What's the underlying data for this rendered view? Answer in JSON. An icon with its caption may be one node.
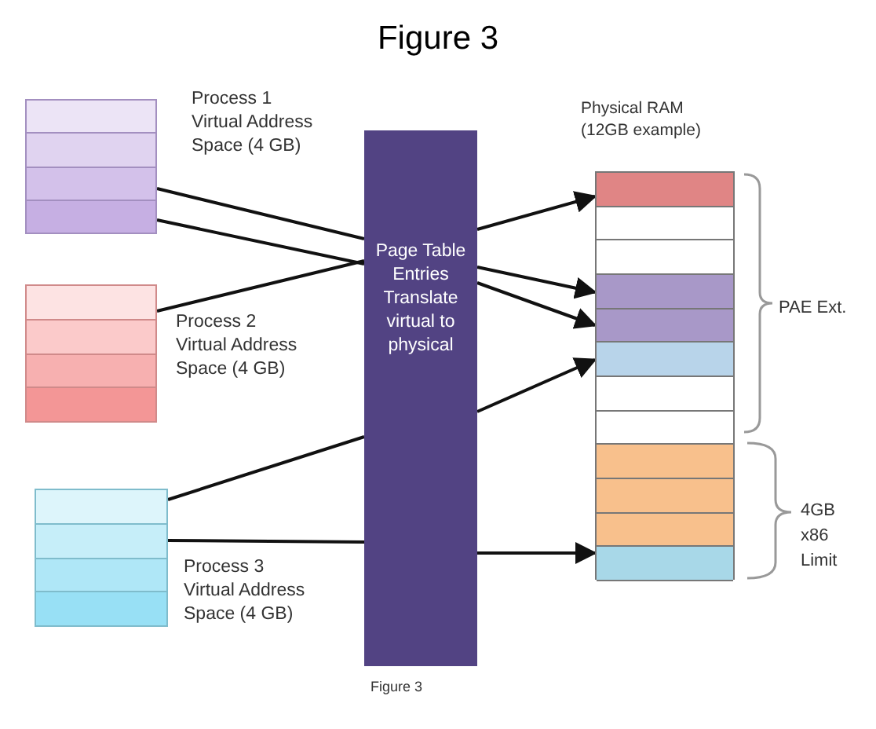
{
  "diagram": {
    "title": "Figure 3",
    "caption": "Figure 3",
    "nodes": [
      {
        "text": [
          "Process 1 Virtual Address Space (4 GB)"
        ]
      },
      {
        "text": [
          "Process 2 Virtual Address Space (4 GB)"
        ]
      },
      {
        "text": [
          "Process 3 Virtual Address Space (4 GB)"
        ]
      },
      {
        "text": [
          "Page Table Entries Translate virtual to physical"
        ]
      },
      {
        "text": [
          "Physical RAM (12GB example)"
        ]
      },
      {
        "text": [],
        "shape": "box",
        "in": 4
      },
      {
        "text": [],
        "shape": "box",
        "in": 4
      },
      {
        "text": [],
        "shape": "box",
        "in": 4
      },
      {
        "text": [],
        "shape": "box",
        "in": 4
      },
      {
        "text": [],
        "shape": "box",
        "in": 4
      },
      {
        "text": [],
        "shape": "box",
        "in": 4
      },
      {
        "text": [],
        "shape": "box",
        "in": 4
      },
      {
        "text": [],
        "shape": "box",
        "in": 4
      },
      {
        "text": [],
        "shape": "box",
        "in": 4
      },
      {
        "text": [],
        "shape": "box",
        "in": 4
      },
      {
        "text": [],
        "shape": "box",
        "in": 4
      },
      {
        "text": [],
        "shape": "box",
        "in": 4
      }
    ],
    "edges": [
      {
        "from": 0,
        "to": 3,
        "arrow": "none"
      },
      {
        "from": 0,
        "to": 3,
        "arrow": "none"
      },
      {
        "from": 1,
        "to": 3,
        "arrow": "none"
      },
      {
        "from": 2,
        "to": 3,
        "arrow": "none"
      },
      {
        "from": 2,
        "to": 3,
        "arrow": "none"
      },
      {
        "from": 3,
        "to": 5,
        "arrow": "to"
      },
      {
        "from": 3,
        "to": 8,
        "arrow": "to"
      },
      {
        "from": 3,
        "to": 9,
        "arrow": "to"
      },
      {
        "from": 3,
        "to": 10,
        "arrow": "to"
      },
      {
        "from": 3,
        "to": 16,
        "arrow": "to"
      }
    ],
    "labels": [
      "PAE Ext.",
      "4GB x86 Limit"
    ]
  }
}
